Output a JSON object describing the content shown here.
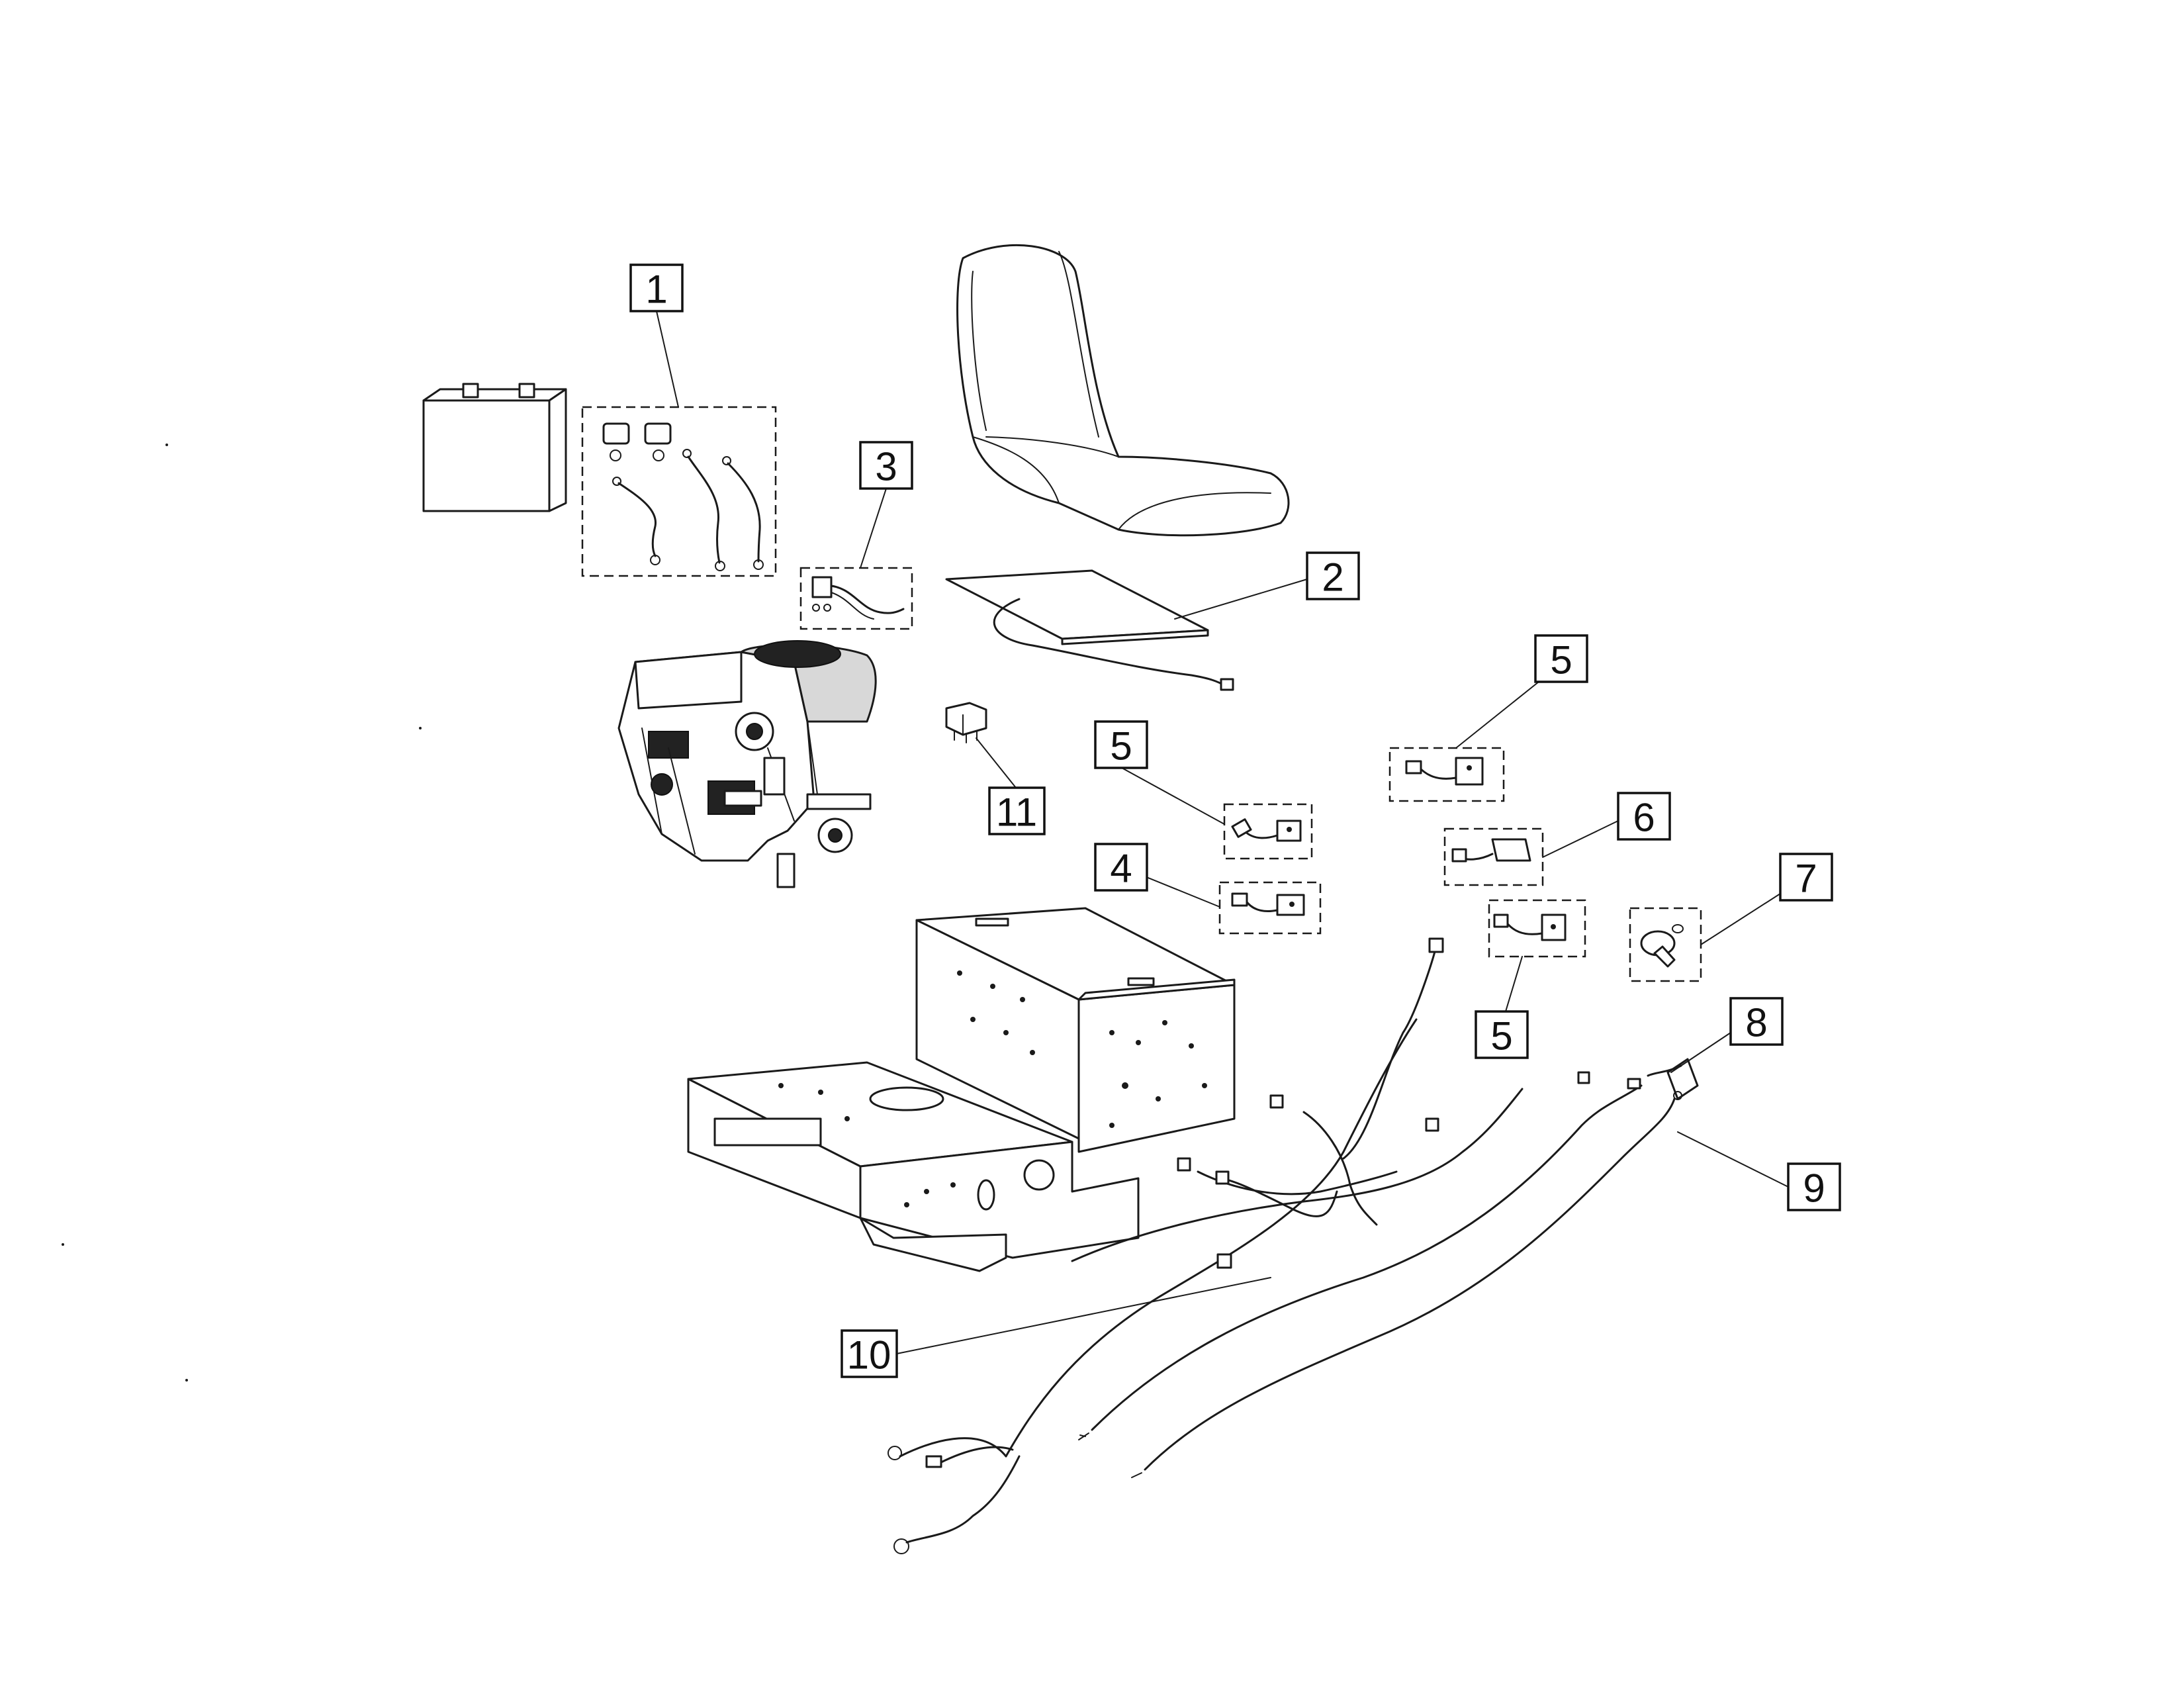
{
  "callouts": [
    {
      "id": "c1",
      "text": "1"
    },
    {
      "id": "c2",
      "text": "2"
    },
    {
      "id": "c3",
      "text": "3"
    },
    {
      "id": "c4",
      "text": "4"
    },
    {
      "id": "c5a",
      "text": "5"
    },
    {
      "id": "c5b",
      "text": "5"
    },
    {
      "id": "c5c",
      "text": "5"
    },
    {
      "id": "c6",
      "text": "6"
    },
    {
      "id": "c7",
      "text": "7"
    },
    {
      "id": "c8",
      "text": "8"
    },
    {
      "id": "c9",
      "text": "9"
    },
    {
      "id": "c10",
      "text": "10"
    },
    {
      "id": "c11",
      "text": "11"
    }
  ],
  "colors": {
    "line": "#1a1a1a",
    "background": "#ffffff",
    "shade": "#d8d8d8"
  }
}
